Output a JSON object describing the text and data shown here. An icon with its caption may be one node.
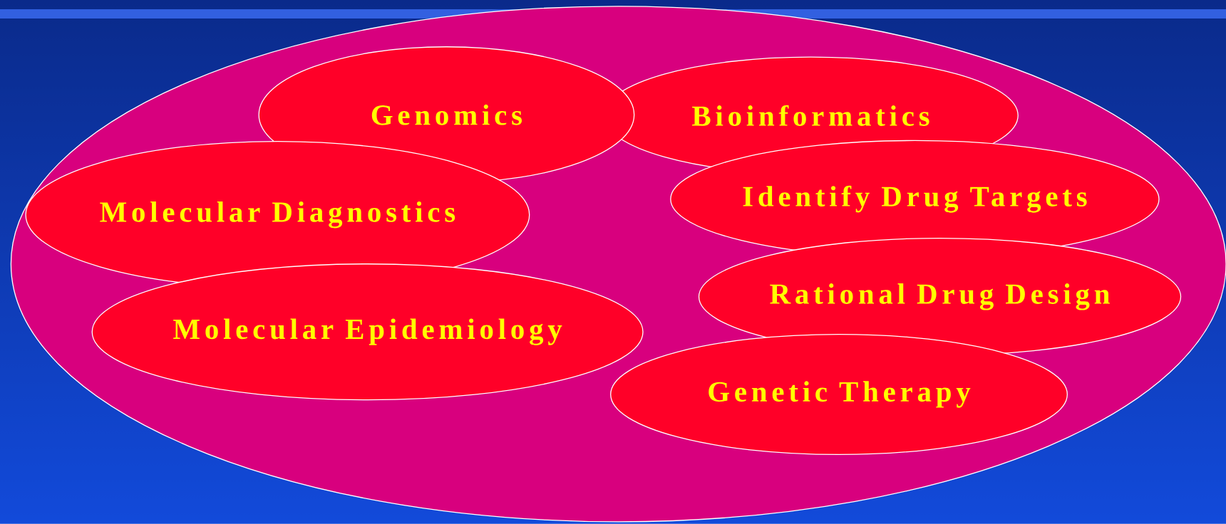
{
  "diagram": {
    "nodes": [
      {
        "text": [],
        "shape": "ellipse"
      },
      {
        "text": [
          "Genomics"
        ],
        "in": 0
      },
      {
        "text": [
          "Bioinformatics"
        ],
        "in": 0
      },
      {
        "text": [
          "Molecular Diagnostics"
        ],
        "in": 0
      },
      {
        "text": [
          "Identify Drug Targets"
        ],
        "in": 0
      },
      {
        "text": [
          "Rational Drug Design"
        ],
        "in": 0
      },
      {
        "text": [
          "Molecular Epidemiology"
        ],
        "in": 0
      },
      {
        "text": [
          "Genetic Therapy"
        ],
        "in": 0
      }
    ]
  }
}
